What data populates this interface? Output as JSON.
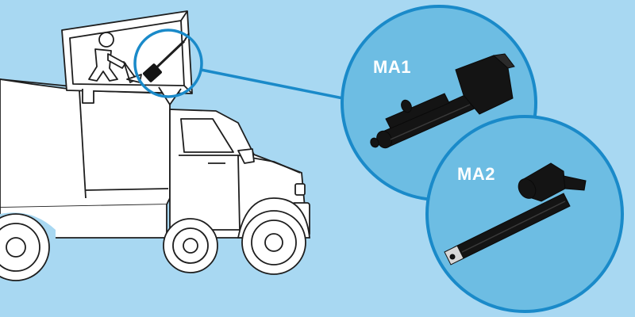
{
  "products": [
    {
      "label": "MA1"
    },
    {
      "label": "MA2"
    }
  ],
  "colors": {
    "background": "#a8d8f2",
    "circle_fill": "#6dbde3",
    "circle_ring": "#1a8ac9",
    "actuator": "#141414",
    "line_art": "#1e1e1e",
    "label_text": "#ffffff"
  },
  "icons": [
    "truck-illustration",
    "billboard-sign",
    "worker-digging-icon",
    "linear-actuator-icon",
    "callout-circle"
  ]
}
